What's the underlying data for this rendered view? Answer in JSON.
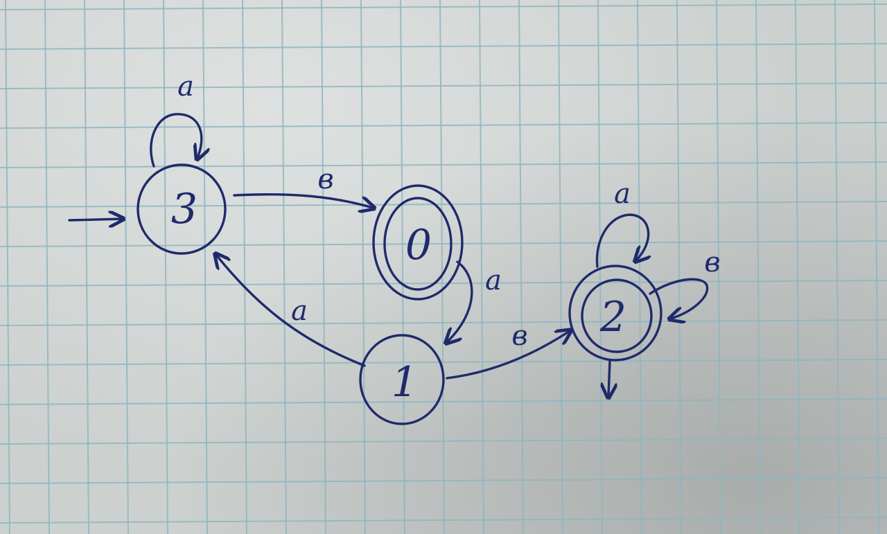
{
  "diagram": {
    "states": [
      {
        "id": "3",
        "label": "3",
        "initial": true,
        "accepting": false
      },
      {
        "id": "0",
        "label": "0",
        "initial": false,
        "accepting": true
      },
      {
        "id": "1",
        "label": "1",
        "initial": false,
        "accepting": false
      },
      {
        "id": "2",
        "label": "2",
        "initial": false,
        "accepting": true,
        "exit_arrow": true
      }
    ],
    "transitions": [
      {
        "from": "3",
        "to": "3",
        "label": "a"
      },
      {
        "from": "3",
        "to": "0",
        "label": "в"
      },
      {
        "from": "0",
        "to": "1",
        "label": "a"
      },
      {
        "from": "1",
        "to": "3",
        "label": "a"
      },
      {
        "from": "1",
        "to": "2",
        "label": "в"
      },
      {
        "from": "2",
        "to": "2",
        "label": "a"
      },
      {
        "from": "2",
        "to": "2",
        "label": "в"
      }
    ]
  },
  "colors": {
    "ink": "#1f2a6b",
    "grid": "#8fb6c2",
    "paper": "#ccd1cf"
  }
}
